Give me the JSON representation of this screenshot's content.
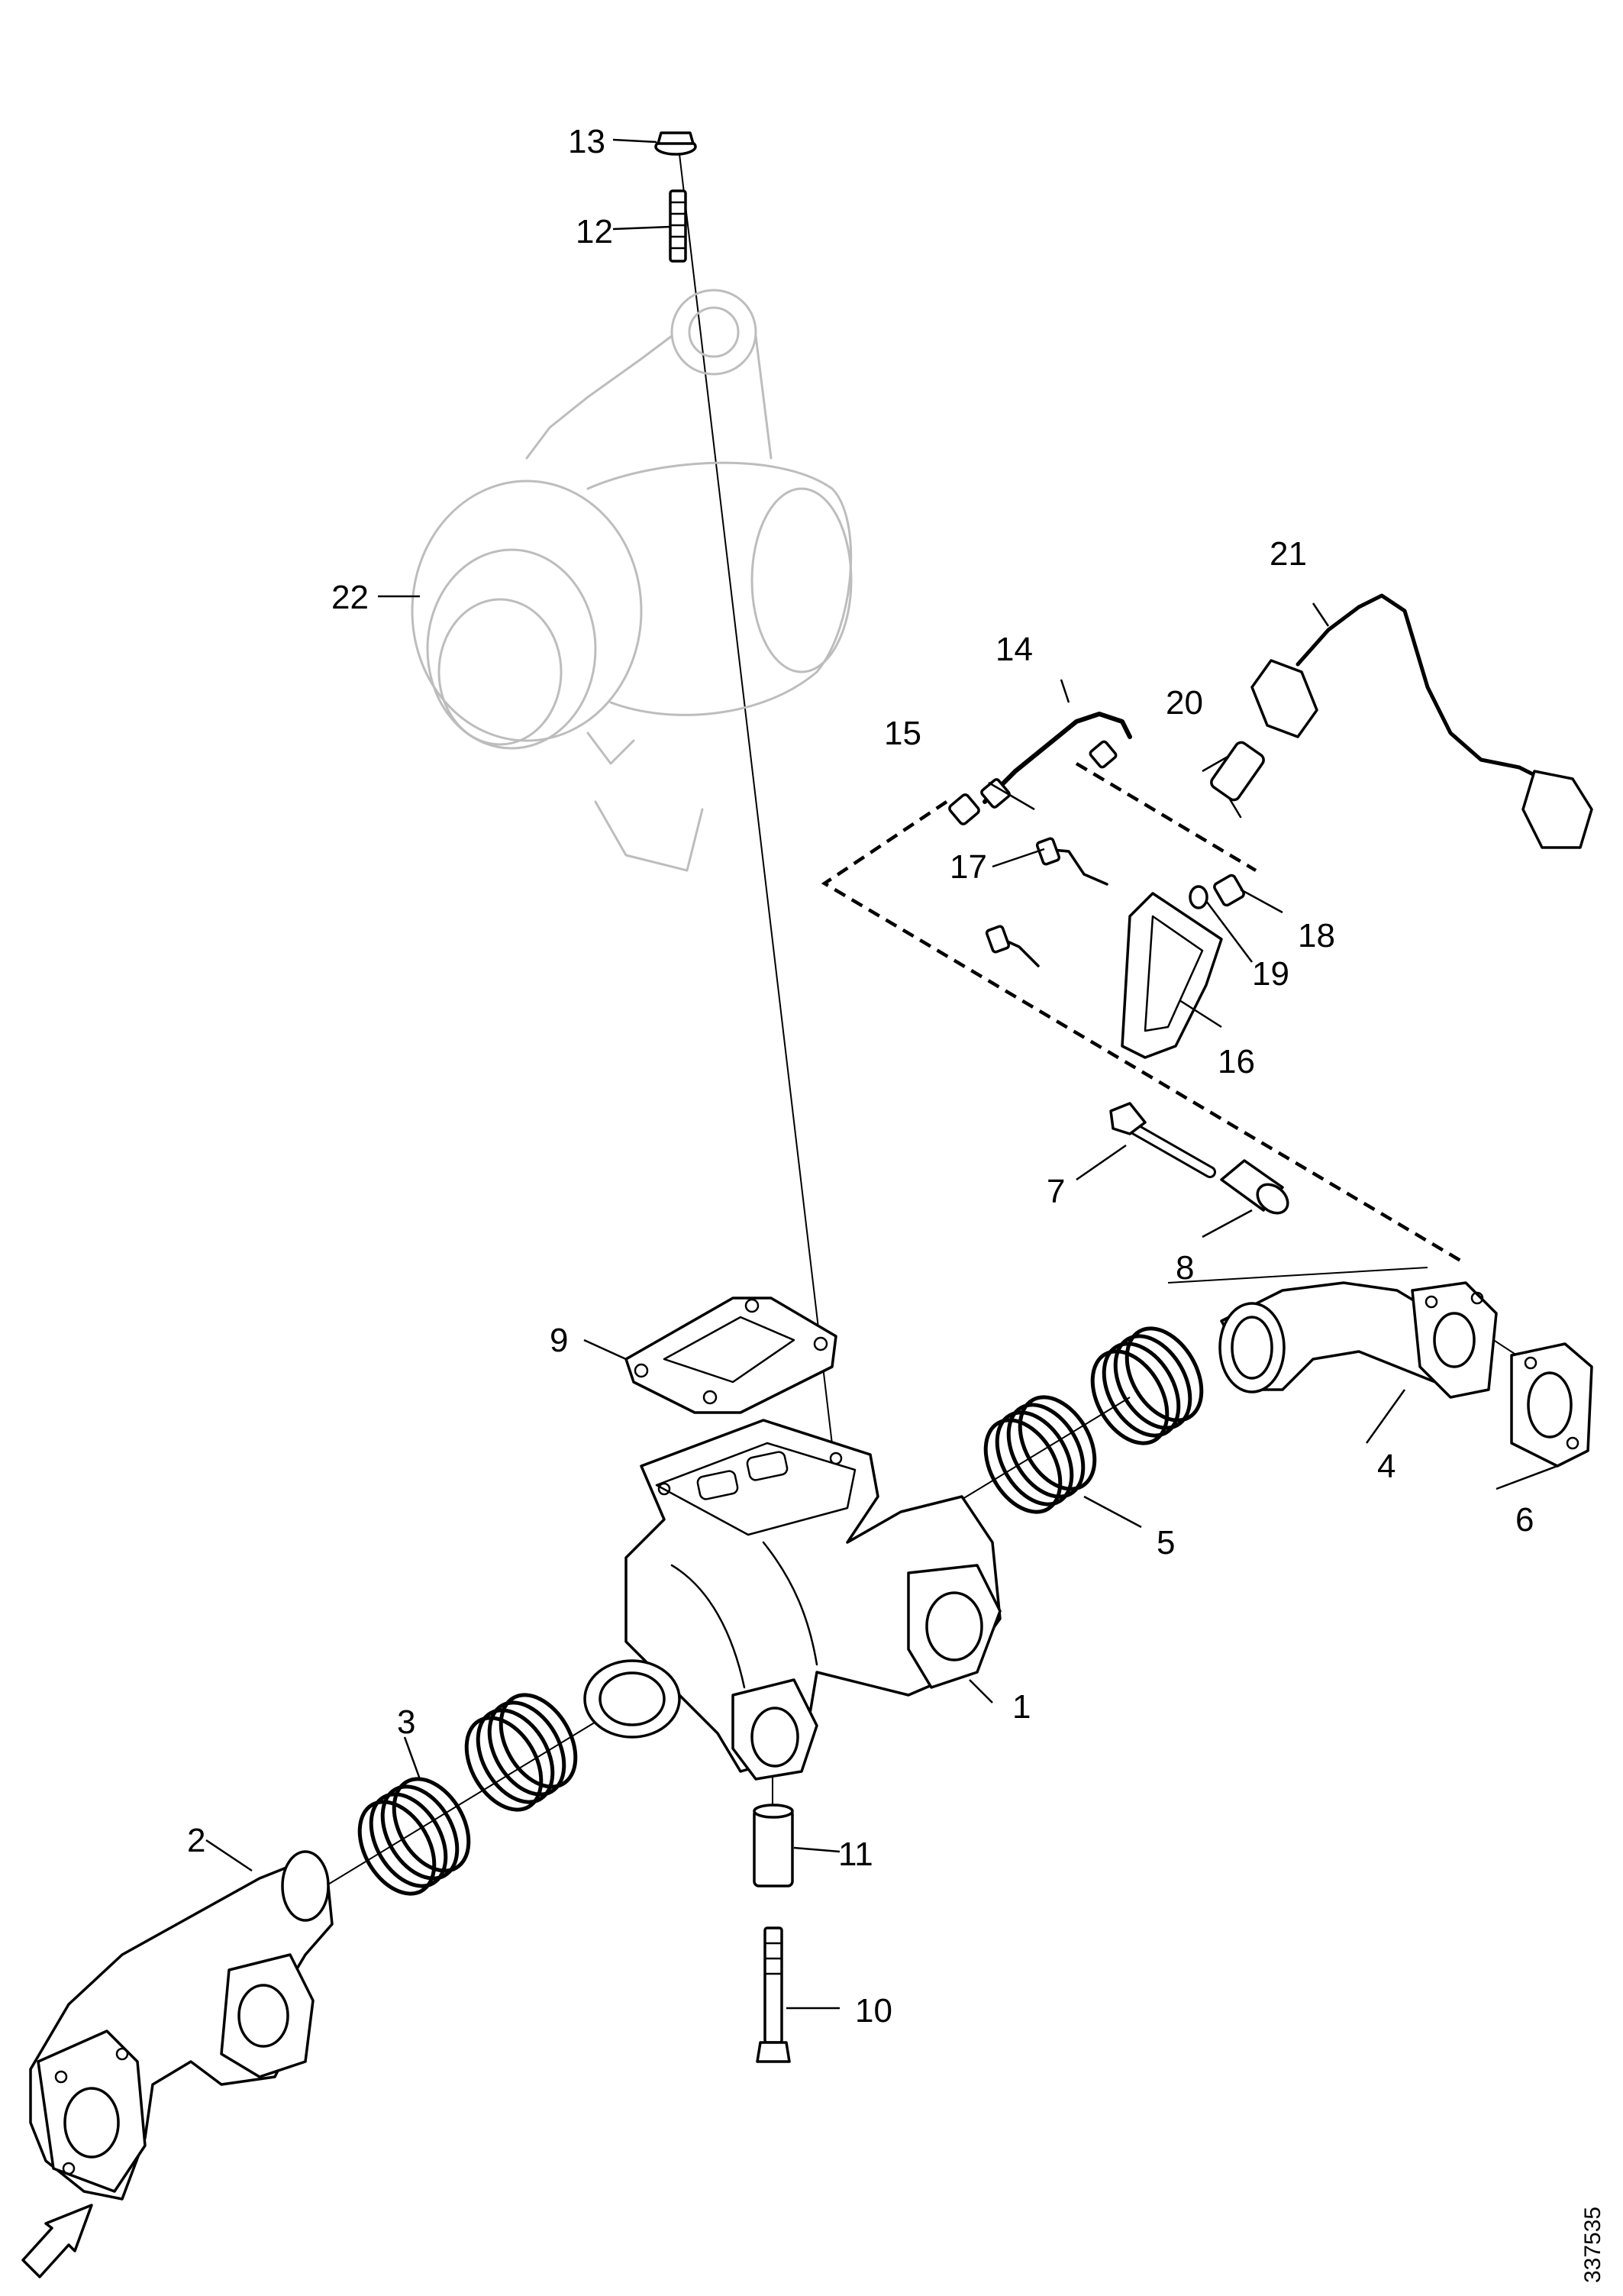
{
  "document_number": "337535",
  "orientation_arrow_icon": "arrow-down-left-icon",
  "callouts": {
    "c1": "1",
    "c2": "2",
    "c3": "3",
    "c4": "4",
    "c5": "5",
    "c6": "6",
    "c7": "7",
    "c8": "8",
    "c9": "9",
    "c10": "10",
    "c11": "11",
    "c12": "12",
    "c13": "13",
    "c14": "14",
    "c15": "15",
    "c16": "16",
    "c17": "17",
    "c18": "18",
    "c19": "19",
    "c20": "20",
    "c21": "21",
    "c22": "22"
  }
}
